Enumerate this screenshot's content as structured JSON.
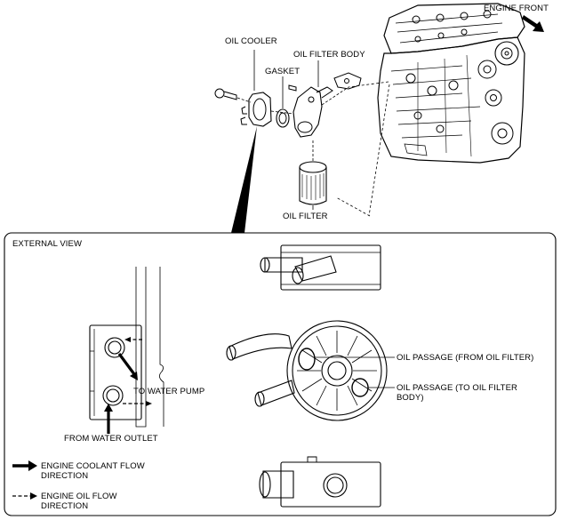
{
  "labels": {
    "engine_front": "ENGINE FRONT",
    "oil_cooler": "OIL COOLER",
    "gasket": "GASKET",
    "oil_filter_body": "OIL FILTER BODY",
    "oil_filter": "OIL FILTER",
    "external_view": "EXTERNAL VIEW",
    "to_water_pump": "TO WATER PUMP",
    "from_water_outlet": "FROM WATER OUTLET",
    "oil_passage_from_filter": "OIL PASSAGE (FROM OIL FILTER)",
    "oil_passage_to_filter_body": "OIL PASSAGE (TO OIL FILTER BODY)"
  },
  "legend": {
    "coolant_flow": "ENGINE COOLANT FLOW DIRECTION",
    "oil_flow": "ENGINE OIL FLOW DIRECTION"
  },
  "colors": {
    "line": "#000000",
    "background": "#ffffff"
  }
}
